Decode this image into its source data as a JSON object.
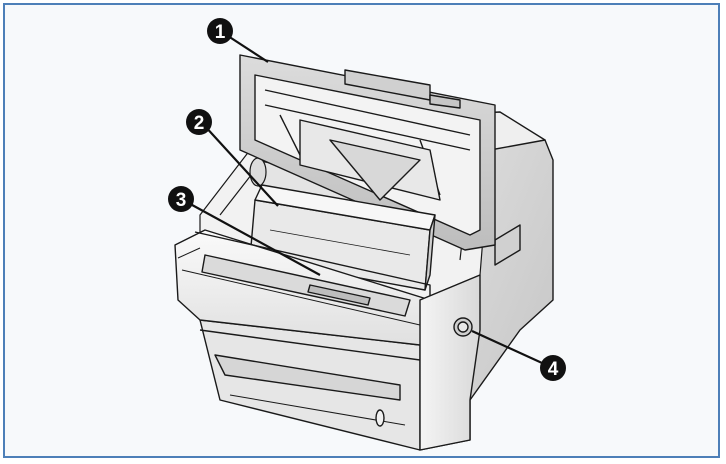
{
  "figure": {
    "callouts": [
      {
        "id": 1,
        "label": "1",
        "part": "printer-cover-open"
      },
      {
        "id": 2,
        "label": "2",
        "part": "toner-cartridge"
      },
      {
        "id": 3,
        "label": "3",
        "part": "paper-path"
      },
      {
        "id": 4,
        "label": "4",
        "part": "cover-release-button"
      }
    ],
    "colors": {
      "frame_border": "#4d7fb8",
      "frame_background": "#f7f9fb",
      "printer_body": "#eaeaea",
      "printer_outline": "#1a1a1a",
      "callout_fill": "#111111",
      "callout_text": "#ffffff"
    }
  }
}
